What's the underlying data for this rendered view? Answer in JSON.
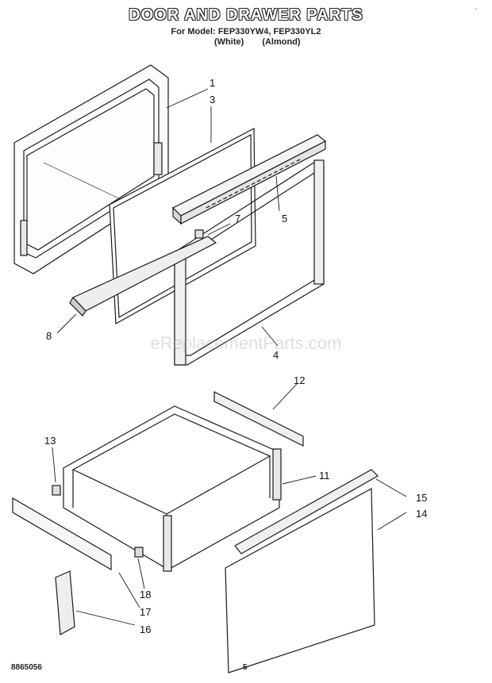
{
  "header": {
    "title": "DOOR AND DRAWER PARTS",
    "model_line": "For Model: FEP330YW4, FEP330YL2",
    "variant_white": "(White)",
    "variant_almond": "(Almond)"
  },
  "corner_mark": "·",
  "watermark": "eReplacementParts.com",
  "callouts": [
    "1",
    "3",
    "5",
    "7",
    "8",
    "4",
    "12",
    "13",
    "11",
    "15",
    "14",
    "18",
    "17",
    "16"
  ],
  "footer": {
    "doc_number": "8865056",
    "page": "5"
  }
}
